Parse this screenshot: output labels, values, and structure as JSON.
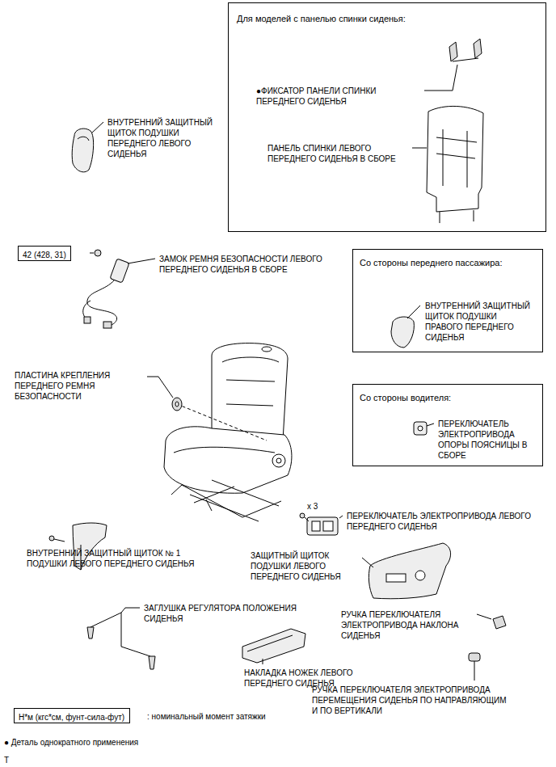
{
  "diagram": {
    "nodes": [
      {
        "text": [
          "Для моделей с панелью спинки сиденья:",
          "●ФИКСАТОР ПАНЕЛИ СПИНКИ ПЕРЕДНЕГО СИДЕНЬЯ",
          "ПАНЕЛЬ СПИНКИ ЛЕВОГО ПЕРЕДНЕГО СИДЕНЬЯ В СБОРЕ"
        ]
      },
      {
        "text": [
          "42 (428, 31)"
        ]
      },
      {
        "text": [
          "Со стороны переднего пассажира:",
          "ВНУТРЕННИЙ ЗАЩИТНЫЙ ЩИТОК ПОДУШКИ ПРАВОГО ПЕРЕДНЕГО СИДЕНЬЯ"
        ]
      },
      {
        "text": [
          "Со стороны водителя:",
          "ПЕРЕКЛЮЧАТЕЛЬ ЭЛЕКТРОПРИВОДА ОПОРЫ ПОЯСНИЦЫ В СБОРЕ"
        ]
      },
      {
        "text": [
          "Н*м (кгс*см, фунт-сила-фут)"
        ]
      }
    ],
    "labels": [
      "ВНУТРЕННИЙ ЗАЩИТНЫЙ ЩИТОК ПОДУШКИ ПЕРЕДНЕГО ЛЕВОГО СИДЕНЬЯ",
      "ЗАМОК РЕМНЯ БЕЗОПАСНОСТИ ЛЕВОГО ПЕРЕДНЕГО СИДЕНЬЯ В СБОРЕ",
      "ПЛАСТИНА КРЕПЛЕНИЯ ПЕРЕДНЕГО РЕМНЯ БЕЗОПАСНОСТИ",
      "x 3",
      "ПЕРЕКЛЮЧАТЕЛЬ ЭЛЕКТРОПРИВОДА ЛЕВОГО ПЕРЕДНЕГО СИДЕНЬЯ",
      "ВНУТРЕННИЙ ЗАЩИТНЫЙ ЩИТОК № 1 ПОДУШКИ ЛЕВОГО ПЕРЕДНЕГО СИДЕНЬЯ",
      "ЗАЩИТНЫЙ ЩИТОК ПОДУШКИ ЛЕВОГО ПЕРЕДНЕГО СИДЕНЬЯ",
      "ЗАГЛУШКА РЕГУЛЯТОРА ПОЛОЖЕНИЯ СИДЕНЬЯ",
      "РУЧКА ПЕРЕКЛЮЧАТЕЛЯ ЭЛЕКТРОПРИВОДА НАКЛОНА СИДЕНЬЯ",
      "НАКЛАДКА НОЖЕК ЛЕВОГО ПЕРЕДНЕГО СИДЕНЬЯ",
      "РУЧКА ПЕРЕКЛЮЧАТЕЛЯ ЭЛЕКТРОПРИВОДА ПЕРЕМЕЩЕНИЯ СИДЕНЬЯ ПО НАПРАВЛЯЮЩИМ И ПО ВЕРТИКАЛИ",
      ": номинальный момент затяжки",
      "● Деталь однократного применения",
      "T"
    ]
  }
}
